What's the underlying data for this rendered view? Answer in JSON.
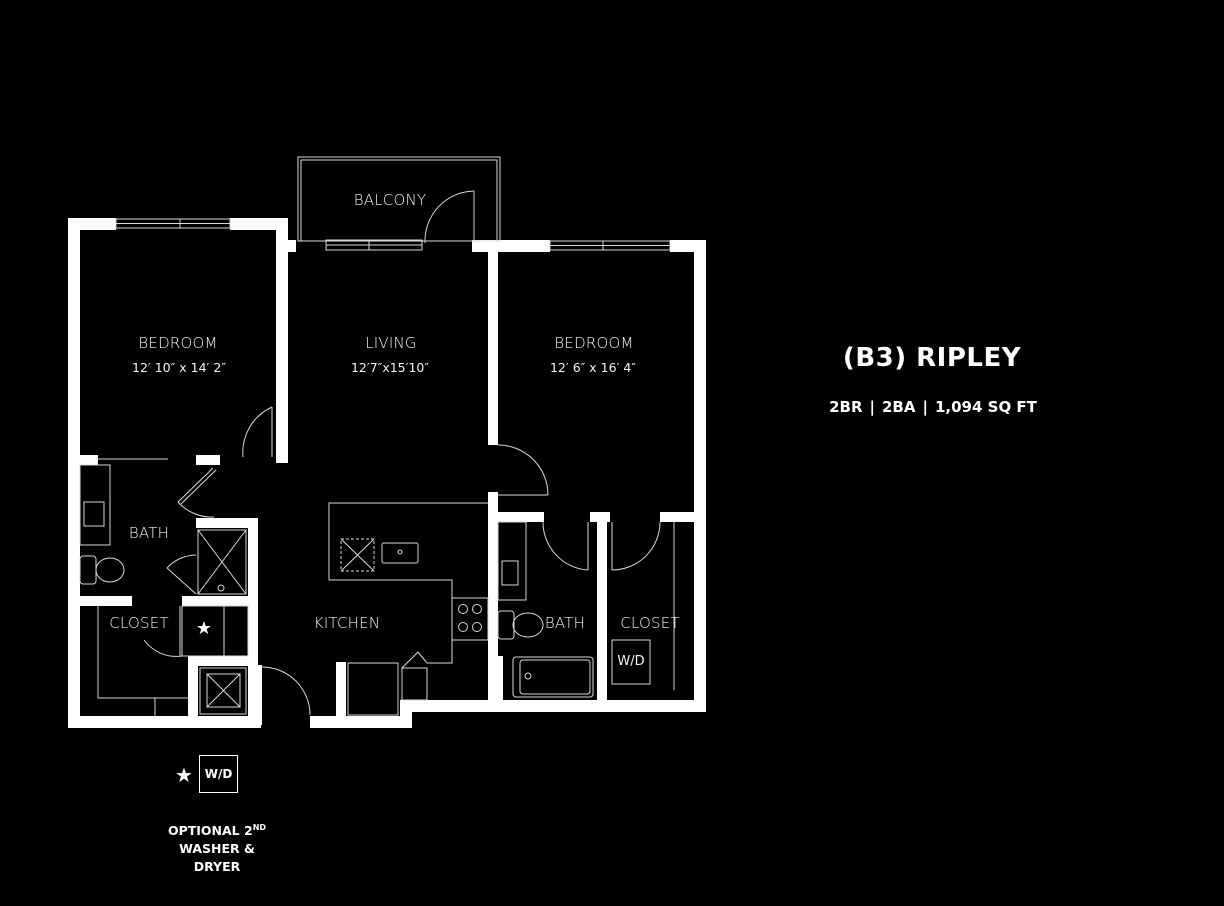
{
  "unit": {
    "title": "(B3) RIPLEY",
    "specs": {
      "bedrooms": "2BR",
      "bathrooms": "2BA",
      "area": "1,094 SQ FT",
      "separator": "|"
    }
  },
  "rooms": {
    "bedroom_left": {
      "label": "BEDROOM",
      "dimensions": "12′ 10″ x 14′ 2″"
    },
    "living": {
      "label": "LIVING",
      "dimensions": "12′7″x15′10″"
    },
    "balcony": {
      "label": "BALCONY"
    },
    "bedroom_right": {
      "label": "BEDROOM",
      "dimensions": "12′ 6″ x 16′ 4″"
    },
    "bath_left": {
      "label": "BATH"
    },
    "closet_left": {
      "label": "CLOSET"
    },
    "kitchen": {
      "label": "KITCHEN"
    },
    "bath_right": {
      "label": "BATH"
    },
    "closet_right": {
      "label": "CLOSET"
    }
  },
  "fixtures": {
    "washer_dryer_label": "W/D",
    "optional_marker": "★"
  },
  "legend": {
    "marker": "★",
    "box_label": "W/D",
    "note_line1": "OPTIONAL 2",
    "note_superscript": "ND",
    "note_line2": "WASHER &",
    "note_line3": "DRYER"
  },
  "colors": {
    "background": "#000000",
    "walls": "#ffffff",
    "linework": "#d9d9d9",
    "text": "#ffffff"
  }
}
